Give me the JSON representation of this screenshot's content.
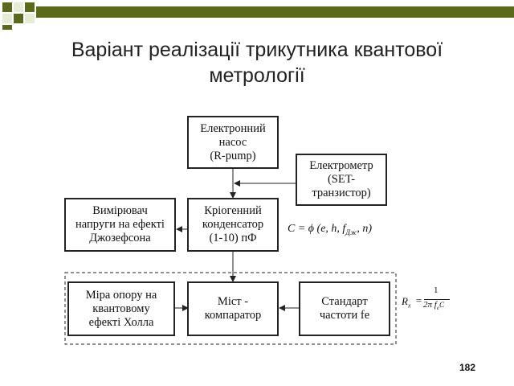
{
  "slide": {
    "title": "Варіант реалізації трикутника квантової\nметрології",
    "number": "182"
  },
  "diagram": {
    "boxes": {
      "pump": "Електронний\nнасос\n(R-pump)",
      "electrometer": "Електрометр\n(SET-\nтранзистор)",
      "josephson": "Вимірювач\nнапруги на ефекті\nДжозефсона",
      "capacitor": "Кріогенний\nконденсатор\n(1-10) пФ",
      "hall": "Міра опору на\nквантовому\nефекті Холла",
      "bridge": "Міст -\nкомпаратор",
      "frequency": "Стандарт\nчастоти fe"
    },
    "formula_c": {
      "lhs": "C = ϕ (e, h, f",
      "sub": "Дж",
      "rhs": ", n)"
    },
    "formula_r": {
      "lhs": "R",
      "lhs_sub": "x",
      "eq": "=",
      "num": "1",
      "den": "2π f",
      "den_sub": "e",
      "den_tail": "C"
    }
  }
}
